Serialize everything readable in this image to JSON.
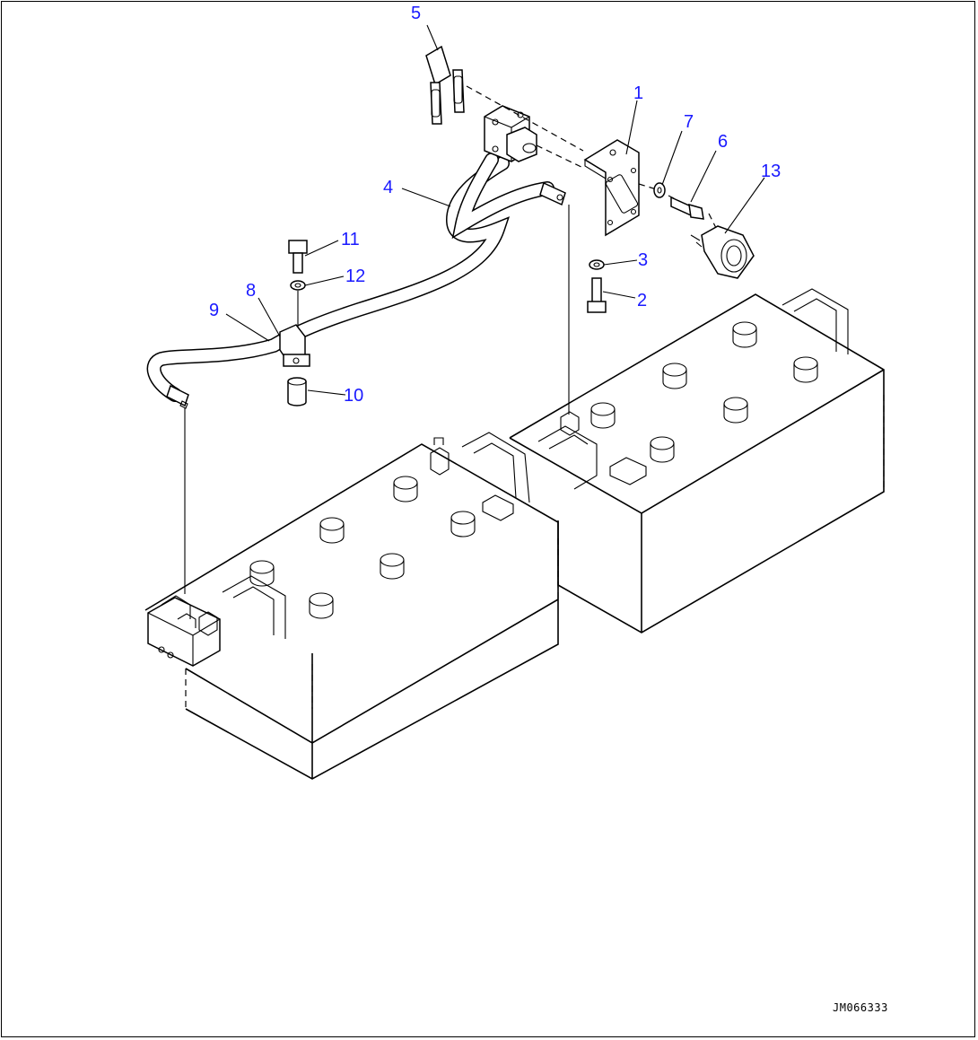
{
  "diagram": {
    "drawing_code": "JM066333",
    "callouts": [
      {
        "id": "c1",
        "text": "1"
      },
      {
        "id": "c2",
        "text": "2"
      },
      {
        "id": "c3",
        "text": "3"
      },
      {
        "id": "c4",
        "text": "4"
      },
      {
        "id": "c5",
        "text": "5"
      },
      {
        "id": "c6",
        "text": "6"
      },
      {
        "id": "c7",
        "text": "7"
      },
      {
        "id": "c8",
        "text": "8"
      },
      {
        "id": "c9",
        "text": "9"
      },
      {
        "id": "c10",
        "text": "10"
      },
      {
        "id": "c11",
        "text": "11"
      },
      {
        "id": "c12",
        "text": "12"
      },
      {
        "id": "c13",
        "text": "13"
      }
    ],
    "callout_color": "#1a1aff"
  }
}
